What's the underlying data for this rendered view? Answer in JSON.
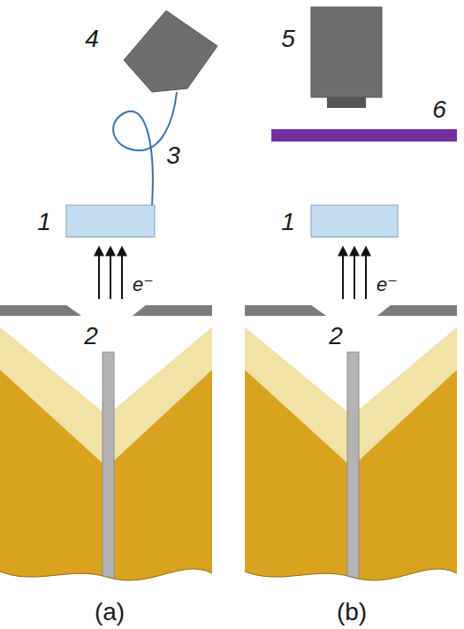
{
  "diagram": {
    "labels": [
      "4",
      "3",
      "1",
      "e⁻",
      "2",
      "5",
      "6",
      "1",
      "e⁻",
      "2",
      "(a)",
      "(b)"
    ]
  }
}
